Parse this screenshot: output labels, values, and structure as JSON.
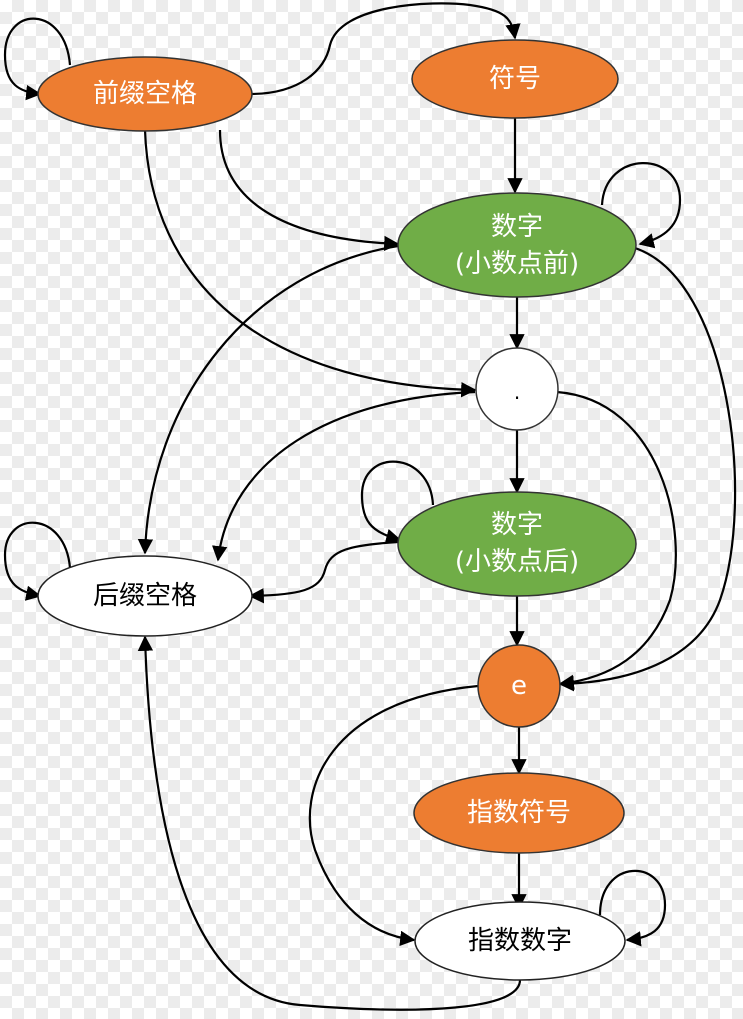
{
  "nodes": {
    "prefix_space": {
      "label": "前缀空格",
      "fill": "#ed7d31"
    },
    "sign": {
      "label": "符号",
      "fill": "#ed7d31"
    },
    "digits_before": {
      "line1": "数字",
      "line2": "(小数点前)",
      "fill": "#70ad47"
    },
    "dot": {
      "label": ".",
      "fill": "#ffffff"
    },
    "digits_after": {
      "line1": "数字",
      "line2": "(小数点后)",
      "fill": "#70ad47"
    },
    "e": {
      "label": "e",
      "fill": "#ed7d31"
    },
    "exp_sign": {
      "label": "指数符号",
      "fill": "#ed7d31"
    },
    "exp_digits": {
      "label": "指数数字",
      "fill": "#ffffff"
    },
    "suffix_space": {
      "label": "后缀空格",
      "fill": "#ffffff"
    }
  },
  "edges": [
    {
      "from": "prefix_space",
      "to": "prefix_space"
    },
    {
      "from": "prefix_space",
      "to": "sign"
    },
    {
      "from": "prefix_space",
      "to": "digits_before"
    },
    {
      "from": "prefix_space",
      "to": "dot"
    },
    {
      "from": "sign",
      "to": "digits_before"
    },
    {
      "from": "digits_before",
      "to": "digits_before"
    },
    {
      "from": "digits_before",
      "to": "dot"
    },
    {
      "from": "digits_before",
      "to": "e"
    },
    {
      "from": "digits_before",
      "to": "suffix_space"
    },
    {
      "from": "dot",
      "to": "digits_after"
    },
    {
      "from": "dot",
      "to": "e"
    },
    {
      "from": "dot",
      "to": "suffix_space"
    },
    {
      "from": "digits_after",
      "to": "digits_after"
    },
    {
      "from": "digits_after",
      "to": "e"
    },
    {
      "from": "digits_after",
      "to": "suffix_space"
    },
    {
      "from": "suffix_space",
      "to": "suffix_space"
    },
    {
      "from": "e",
      "to": "exp_sign"
    },
    {
      "from": "e",
      "to": "exp_digits"
    },
    {
      "from": "exp_sign",
      "to": "exp_digits"
    },
    {
      "from": "exp_digits",
      "to": "exp_digits"
    },
    {
      "from": "exp_digits",
      "to": "suffix_space"
    }
  ]
}
